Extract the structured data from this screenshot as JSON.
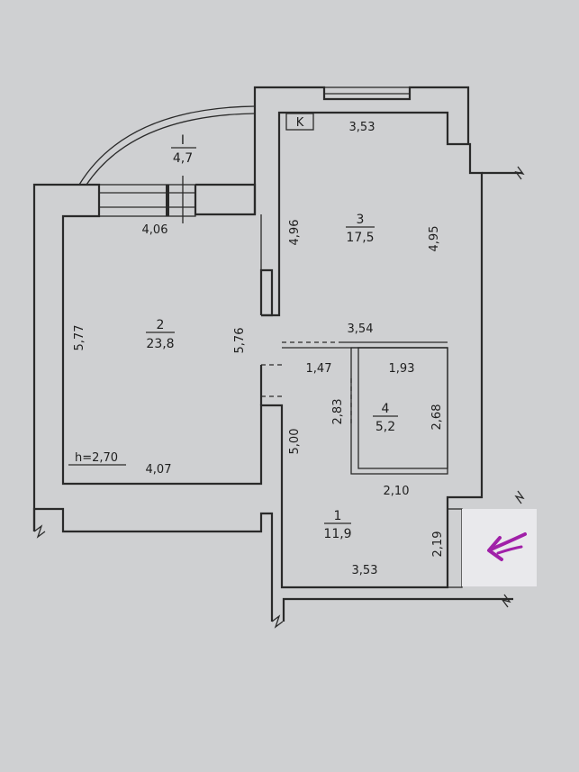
{
  "rooms": [
    {
      "number": "1",
      "area": "11,9"
    },
    {
      "number": "2",
      "area": "23,8"
    },
    {
      "number": "3",
      "area": "17,5"
    },
    {
      "number": "4",
      "area": "5,2"
    },
    {
      "number": "I",
      "area": "4,7"
    }
  ],
  "dims": {
    "r3_top": "3,53",
    "r3_left": "4,96",
    "r3_right": "4,95",
    "r3_bottom": "3,54",
    "r2_top": "4,06",
    "r2_left": "5,77",
    "r2_right": "5,76",
    "r2_bottom": "4,07",
    "hall_top": "1,47",
    "hall_left": "5,00",
    "r4_top": "1,93",
    "r4_left": "2,83",
    "r4_right": "2,68",
    "r1_top": "2,10",
    "r1_right": "2,19",
    "r1_bottom": "3,53"
  },
  "ceiling_height": "h=2,70",
  "kitchen_mark": "K",
  "colors": {
    "paper": "#cfd0d2",
    "ink": "#2a2a2a",
    "marker": "#a020a8",
    "sticker": "#e9e9ec"
  }
}
